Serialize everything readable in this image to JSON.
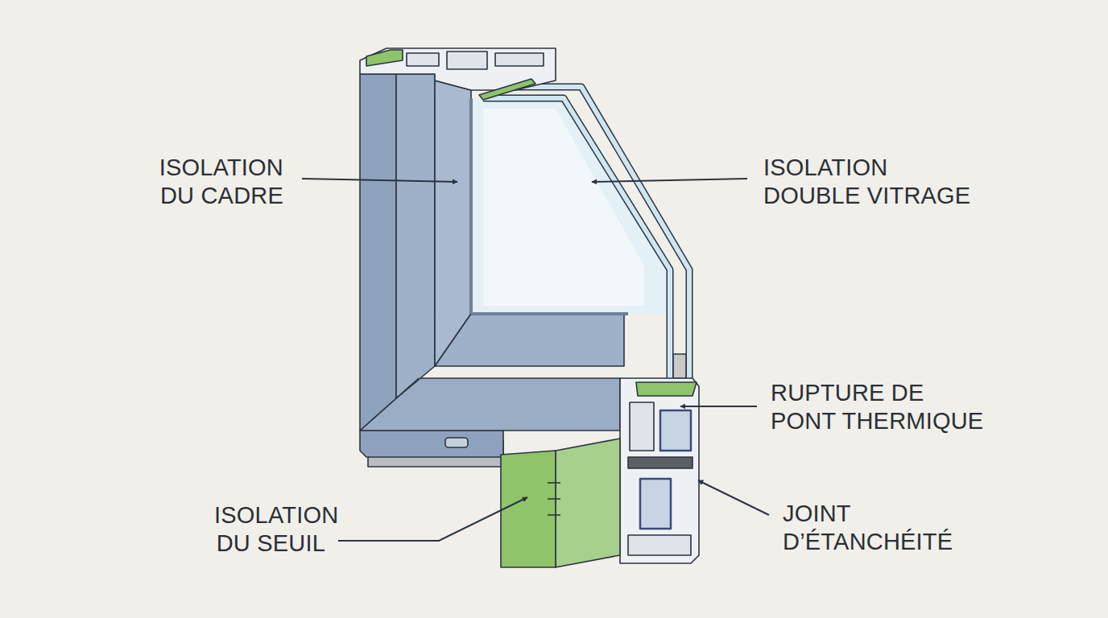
{
  "diagram": {
    "labels": [
      "ISOLATION DU CADRE",
      "ISOLATION DOUBLE VITRAGE",
      "RUPTURE DE PONT THERMIQUE",
      "ISOLATION DU SEUIL",
      "JOINT D’ÉTANCHÉITÉ"
    ]
  }
}
